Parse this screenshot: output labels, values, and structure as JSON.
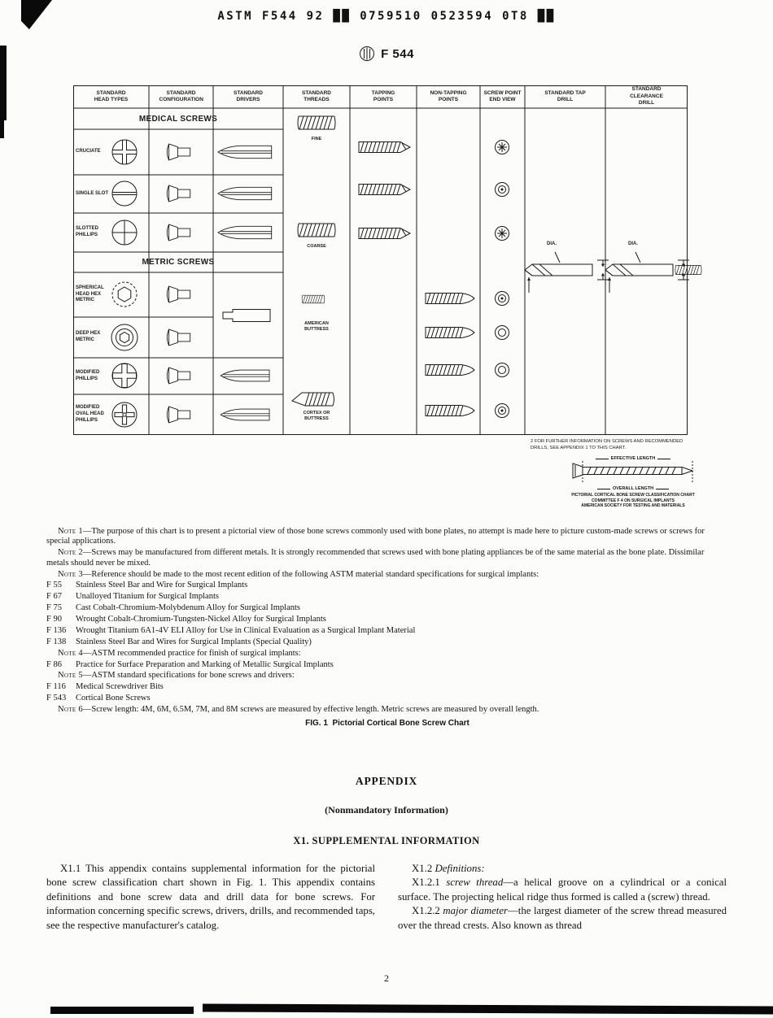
{
  "scan": {
    "ocr_header": "ASTM F544 92 ██ 0759510 0523594 0T8 ██",
    "doc_code": "F 544",
    "page_number": "2"
  },
  "chart": {
    "columns": [
      "STANDARD HEAD TYPES",
      "STANDARD CONFIGURATION",
      "STANDARD DRIVERS",
      "STANDARD THREADS",
      "TAPPING POINTS",
      "NON-TAPPING POINTS",
      "SCREW POINT END VIEW",
      "STANDARD TAP DRILL",
      "STANDARD CLEARANCE DRILL"
    ],
    "sections": [
      {
        "label": "MEDICAL SCREWS",
        "rows": [
          "CRUCIATE",
          "SINGLE SLOT",
          "SLOTTED PHILLIPS"
        ]
      },
      {
        "label": "METRIC SCREWS",
        "rows": [
          "SPHERICAL HEAD HEX METRIC",
          "DEEP HEX METRIC",
          "MODIFIED PHILLIPS",
          "MODIFIED OVAL HEAD PHILLIPS"
        ]
      }
    ],
    "thread_labels": [
      "FINE",
      "COARSE",
      "AMERICAN BUTTRESS",
      "CORTEX OR BUTTRESS"
    ],
    "dia_label": "DIA.",
    "footnote": "2  FOR FURTHER INFORMATION ON SCREWS AND RECOMMENDED DRILLS, SEE APPENDIX 1 TO THIS CHART.",
    "length_diagram": {
      "effective_label": "EFFECTIVE LENGTH",
      "overall_label": "OVERALL LENGTH",
      "caption_line1": "PICTORIAL CORTICAL BONE SCREW CLASSIFICATION CHART",
      "caption_line2": "COMMITTEE F 4 ON SURGICAL IMPLANTS",
      "caption_line3": "AMERICAN SOCIETY FOR TESTING AND MATERIALS"
    }
  },
  "notes": {
    "note1_label": "Note 1",
    "note1_text": "—The purpose of this chart is to present a pictorial view of those bone screws commonly used with bone plates, no attempt is made here to picture custom-made screws or screws for special applications.",
    "note2_label": "Note 2",
    "note2_text": "—Screws may be manufactured from different metals. It is strongly recommended that screws used with bone plating appliances be of the same material as the bone plate. Dissimilar metals should never be mixed.",
    "note3_label": "Note 3",
    "note3_text": "—Reference should be made to the most recent edition of the following ASTM material standard specifications for surgical implants:",
    "specs1": [
      {
        "code": "F 55",
        "text": "Stainless Steel Bar and Wire for Surgical Implants"
      },
      {
        "code": "F 67",
        "text": "Unalloyed Titanium for Surgical Implants"
      },
      {
        "code": "F 75",
        "text": "Cast Cobalt-Chromium-Molybdenum Alloy for Surgical Implants"
      },
      {
        "code": "F 90",
        "text": "Wrought Cobalt-Chromium-Tungsten-Nickel Alloy for Surgical Implants"
      },
      {
        "code": "F 136",
        "text": "Wrought Titanium 6A1-4V ELI Alloy for Use in Clinical Evaluation as a Surgical Implant Material"
      },
      {
        "code": "F 138",
        "text": "Stainless Steel Bar and Wires for Surgical Implants (Special Quality)"
      }
    ],
    "note4_label": "Note 4",
    "note4_text": "—ASTM recommended practice for finish of surgical implants:",
    "specs2": [
      {
        "code": "F 86",
        "text": "Practice for Surface Preparation and Marking of Metallic Surgical Implants"
      }
    ],
    "note5_label": "Note 5",
    "note5_text": "—ASTM standard specifications for bone screws and drivers:",
    "specs3": [
      {
        "code": "F 116",
        "text": "Medical Screwdriver Bits"
      },
      {
        "code": "F 543",
        "text": "Cortical Bone Screws"
      }
    ],
    "note6_label": "Note 6",
    "note6_text": "—Screw length: 4M, 6M, 6.5M, 7M, and 8M screws are measured by effective length. Metric screws are measured by overall length.",
    "fig_label": "FIG. 1",
    "fig_title": "Pictorial Cortical Bone Screw Chart"
  },
  "appendix": {
    "title": "APPENDIX",
    "subtitle": "(Nonmandatory Information)",
    "section_title": "X1. SUPPLEMENTAL INFORMATION",
    "x11_text": "X1.1 This appendix contains supplemental information for the pictorial bone screw classification chart shown in Fig. 1. This appendix contains definitions and bone screw data and drill data for bone screws. For information concerning specific screws, drivers, drills, and recommended taps, see the respective manufacturer's catalog.",
    "x12_num": "X1.2",
    "x12_term": "Definitions:",
    "x121_num": "X1.2.1",
    "x121_term": "screw thread",
    "x121_rest": "—a helical groove on a cylindrical or a conical surface. The projecting helical ridge thus formed is called a (screw) thread.",
    "x122_num": "X1.2.2",
    "x122_term": "major diameter",
    "x122_rest": "—the largest diameter of the screw thread measured over the thread crests. Also known as thread"
  }
}
